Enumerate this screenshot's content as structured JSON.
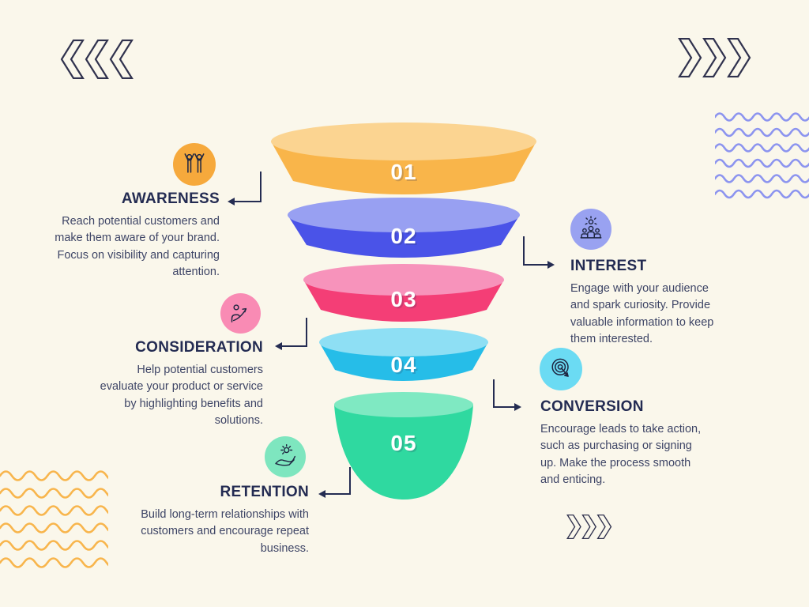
{
  "page": {
    "type": "marketing-funnel-infographic",
    "background_color": "#FAF7EB",
    "title_text_color": "#232B52",
    "body_text_color": "#3E4566",
    "arrow_color": "#242C52",
    "number_text_color": "#FFFFFF"
  },
  "funnel": {
    "stages": [
      {
        "number": "01",
        "label": "AWARENESS",
        "description": "Reach potential customers and make them aware of your brand. Focus on visibility and capturing attention.",
        "color": "#F9B54A",
        "top_color": "#FBD491",
        "icon": "people-celebrating-icon",
        "icon_bg": "#F6A93C",
        "side": "left"
      },
      {
        "number": "02",
        "label": "INTEREST",
        "description": "Engage with your audience and spark curiosity. Provide valuable information to keep them interested.",
        "color": "#4A53E8",
        "top_color": "#98A0F2",
        "icon": "audience-group-icon",
        "icon_bg": "#99A2F1",
        "side": "right"
      },
      {
        "number": "03",
        "label": "CONSIDERATION",
        "description": "Help potential customers evaluate your product or service by highlighting benefits and solutions.",
        "color": "#F43E76",
        "top_color": "#F793BB",
        "icon": "growth-person-icon",
        "icon_bg": "#F98BB4",
        "side": "left"
      },
      {
        "number": "04",
        "label": "CONVERSION",
        "description": "Encourage leads to take action, such as purchasing or signing up. Make the process smooth and enticing.",
        "color": "#26BDE8",
        "top_color": "#8EDFF4",
        "icon": "target-icon",
        "icon_bg": "#6BDBF3",
        "side": "right"
      },
      {
        "number": "05",
        "label": "RETENTION",
        "description": "Build long-term relationships with customers and encourage repeat business.",
        "color": "#2FD9A0",
        "top_color": "#7FE9C2",
        "icon": "hand-sun-icon",
        "icon_bg": "#7EE6BF",
        "side": "left"
      }
    ]
  },
  "decorations": {
    "top_left": {
      "icon": "triple-chevron-left-icon",
      "color": "#30324E"
    },
    "top_right": {
      "icon": "triple-chevron-right-icon",
      "color": "#30324E"
    },
    "bottom_right": {
      "icon": "triple-chevron-right-small-icon",
      "color": "#30324E"
    },
    "top_right_waves": {
      "icon": "wavy-lines-icon",
      "color": "#8C94EF",
      "rows": 6
    },
    "bottom_left_waves": {
      "icon": "wavy-lines-icon",
      "color": "#F8B54C",
      "rows": 6
    }
  }
}
